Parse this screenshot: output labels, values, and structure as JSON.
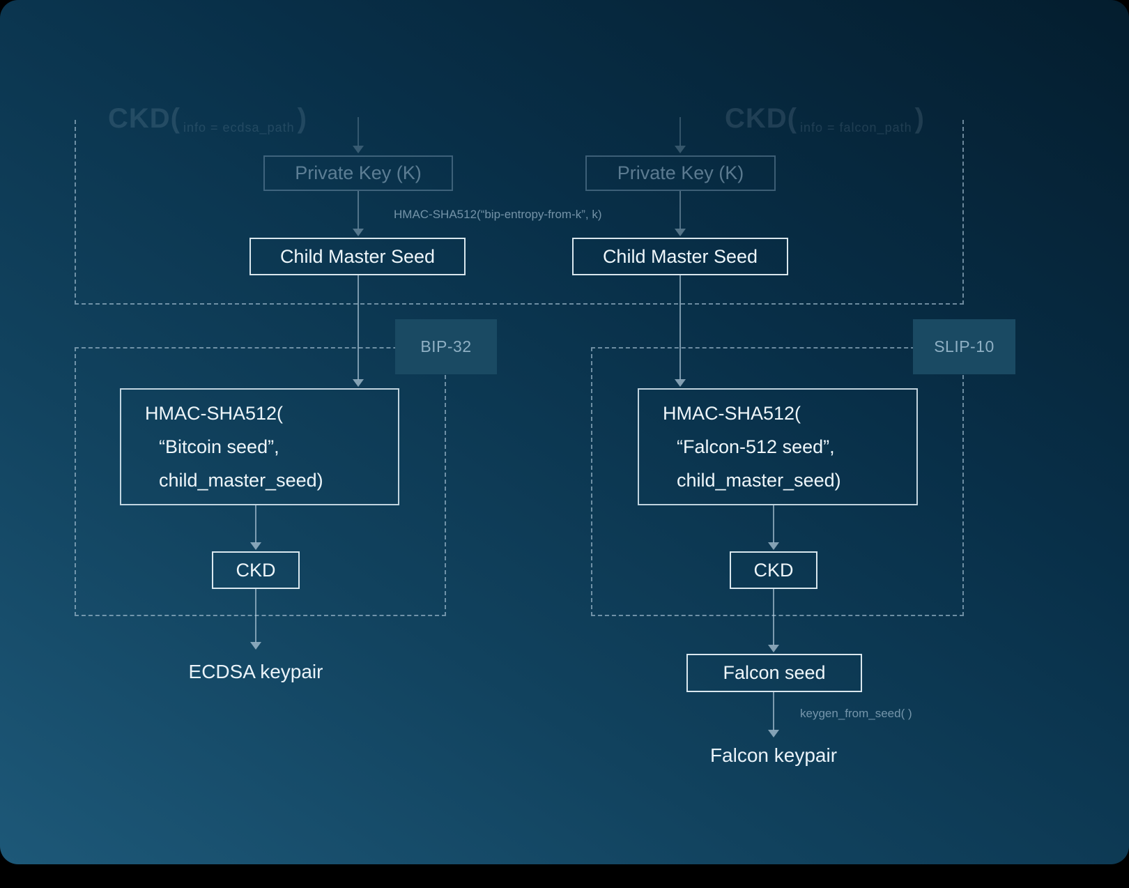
{
  "colors": {
    "background_light": "#1d5878",
    "background_dark": "#041d2e",
    "box_border": "#ecf6fc",
    "badge_background": "#1a4a63",
    "badge_text": "#8fb0c4",
    "faded_text": "#9cb8cc"
  },
  "left_flow": {
    "formula_prefix": "CKD(",
    "formula_sub": "info = ecdsa_path",
    "formula_suffix": ")",
    "private_key": "Private Key (K)",
    "hmac_edge_label": "HMAC-SHA512(“bip-entropy-from-k”, k)",
    "child_master_seed": "Child Master Seed",
    "badge": "BIP-32",
    "hmac_line1": "HMAC-SHA512(",
    "hmac_line2": "“Bitcoin seed”,",
    "hmac_line3": "child_master_seed)",
    "ckd": "CKD",
    "output": "ECDSA keypair"
  },
  "right_flow": {
    "formula_prefix": "CKD(",
    "formula_sub": "info = falcon_path",
    "formula_suffix": ")",
    "private_key": "Private Key (K)",
    "child_master_seed": "Child Master Seed",
    "badge": "SLIP-10",
    "hmac_line1": "HMAC-SHA512(",
    "hmac_line2": "“Falcon-512 seed”,",
    "hmac_line3": "child_master_seed)",
    "ckd": "CKD",
    "seed_box": "Falcon seed",
    "keygen_edge_label": "keygen_from_seed( )",
    "output": "Falcon keypair"
  }
}
